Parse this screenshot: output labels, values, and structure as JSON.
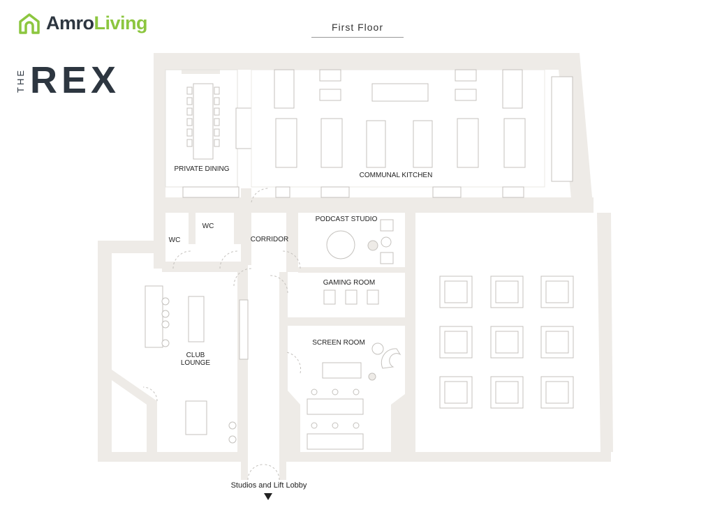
{
  "brand": {
    "part1": "Amro",
    "part2": "Living",
    "icon": "house-icon",
    "green": "#8cc63f",
    "dark": "#2d3640"
  },
  "building": {
    "prefix": "THE",
    "name": "REX"
  },
  "floor_title": "First Floor",
  "rooms": {
    "private_dining": "PRIVATE DINING",
    "communal_kitchen": "COMMUNAL KITCHEN",
    "wc1": "WC",
    "wc2": "WC",
    "corridor": "CORRIDOR",
    "podcast_studio": "PODCAST STUDIO",
    "gaming_room": "GAMING ROOM",
    "screen_room": "SCREEN ROOM",
    "club_lounge_1": "CLUB",
    "club_lounge_2": "LOUNGE"
  },
  "exit_label": "Studios and Lift Lobby",
  "exit_icon": "arrow-down-icon"
}
